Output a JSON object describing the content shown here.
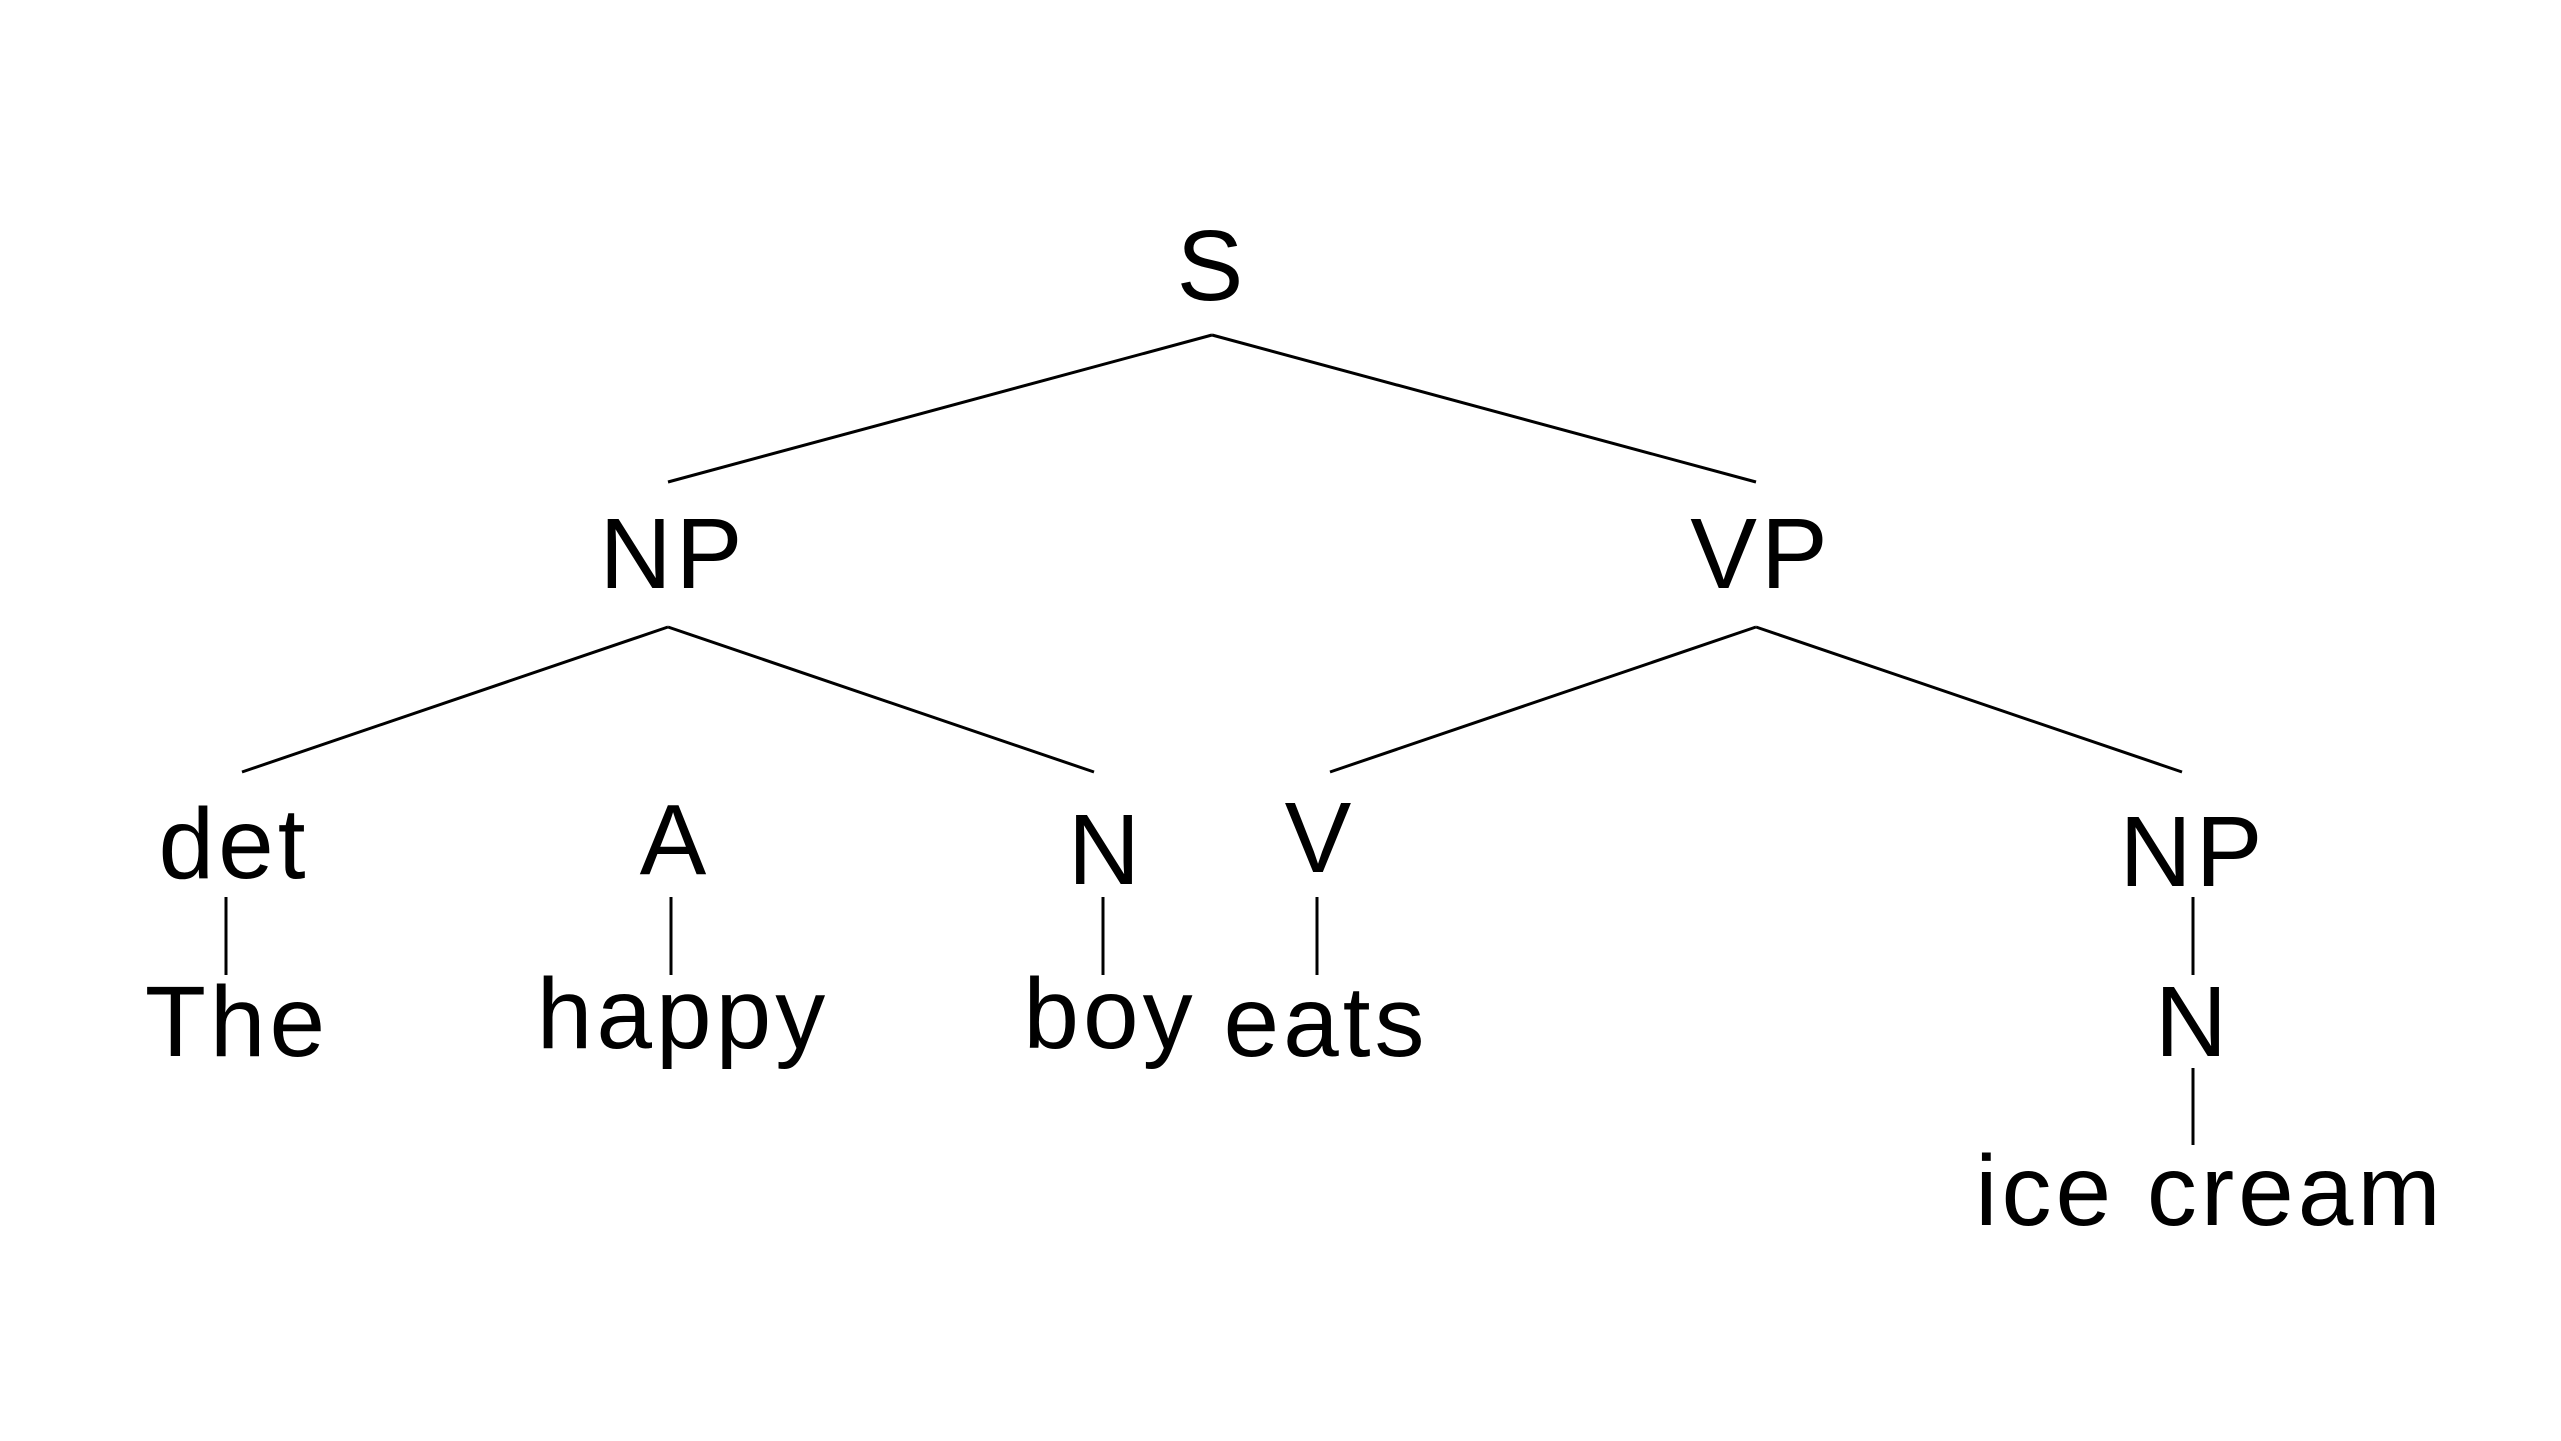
{
  "tree": {
    "colors": {
      "ink": "#000000",
      "background": "#ffffff"
    },
    "nodes": [
      {
        "id": "s",
        "label": "S"
      },
      {
        "id": "np1",
        "label": "NP"
      },
      {
        "id": "vp",
        "label": "VP"
      },
      {
        "id": "det",
        "label": "det"
      },
      {
        "id": "a",
        "label": "A"
      },
      {
        "id": "n1",
        "label": "N"
      },
      {
        "id": "v",
        "label": "V"
      },
      {
        "id": "np2",
        "label": "NP"
      },
      {
        "id": "the",
        "label": "The"
      },
      {
        "id": "happy",
        "label": "happy"
      },
      {
        "id": "boy",
        "label": "boy"
      },
      {
        "id": "eats",
        "label": "eats"
      },
      {
        "id": "n2",
        "label": "N"
      },
      {
        "id": "icecream",
        "label": "ice cream"
      }
    ],
    "edges": [
      {
        "from": "s",
        "to": "np1"
      },
      {
        "from": "s",
        "to": "vp"
      },
      {
        "from": "np1",
        "to": "det"
      },
      {
        "from": "np1",
        "to": "n1"
      },
      {
        "from": "vp",
        "to": "v"
      },
      {
        "from": "vp",
        "to": "np2"
      },
      {
        "from": "det",
        "to": "the"
      },
      {
        "from": "a",
        "to": "happy"
      },
      {
        "from": "n1",
        "to": "boy"
      },
      {
        "from": "v",
        "to": "eats"
      },
      {
        "from": "np2",
        "to": "n2"
      },
      {
        "from": "n2",
        "to": "icecream"
      }
    ]
  }
}
